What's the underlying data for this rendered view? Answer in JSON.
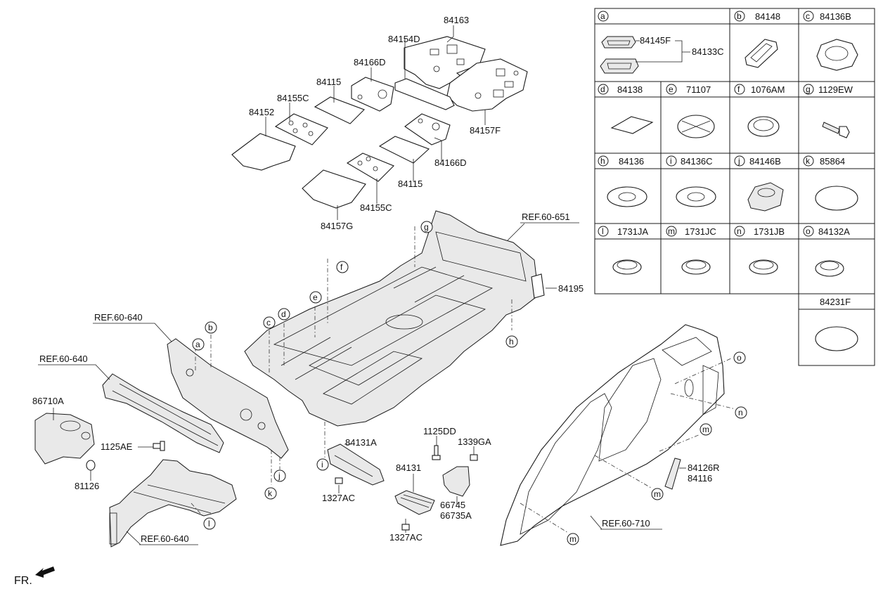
{
  "mat_labels": {
    "m84163": "84163",
    "m84154D": "84154D",
    "m84166D_top": "84166D",
    "m84115_top": "84115",
    "m84155C_top": "84155C",
    "m84152": "84152",
    "m84157F": "84157F",
    "m84166D_bot": "84166D",
    "m84115_bot": "84115",
    "m84155C_bot": "84155C",
    "m84157G": "84157G"
  },
  "main_labels": {
    "ref_651": "REF.60-651",
    "ref_640_a": "REF.60-640",
    "ref_640_b": "REF.60-640",
    "ref_640_c": "REF.60-640",
    "ref_710": "REF.60-710",
    "p84195": "84195",
    "p86710A": "86710A",
    "p1125AE": "1125AE",
    "p81126": "81126",
    "p84131A": "84131A",
    "p1327AC_a": "1327AC",
    "p1125DD": "1125DD",
    "p1339GA": "1339GA",
    "p84131": "84131",
    "p1327AC_b": "1327AC",
    "p66745": "66745",
    "p66735A": "66735A",
    "p84126R": "84126R",
    "p84116": "84116",
    "fr": "FR."
  },
  "callouts": {
    "g": "g",
    "f": "f",
    "e": "e",
    "d": "d",
    "c": "c",
    "b": "b",
    "a": "a",
    "h": "h",
    "i": "i",
    "j": "j",
    "k": "k",
    "l": "l",
    "o": "o",
    "n": "n",
    "m1": "m",
    "m2": "m",
    "m3": "m"
  },
  "table": {
    "a": {
      "letter": "a",
      "code": "",
      "sub1": "84145F",
      "sub2": "84133C"
    },
    "b": {
      "letter": "b",
      "code": "84148"
    },
    "c": {
      "letter": "c",
      "code": "84136B"
    },
    "d": {
      "letter": "d",
      "code": "84138"
    },
    "e": {
      "letter": "e",
      "code": "71107"
    },
    "f": {
      "letter": "f",
      "code": "1076AM"
    },
    "g": {
      "letter": "g",
      "code": "1129EW"
    },
    "h": {
      "letter": "h",
      "code": "84136"
    },
    "i": {
      "letter": "i",
      "code": "84136C"
    },
    "j": {
      "letter": "j",
      "code": "84146B"
    },
    "k": {
      "letter": "k",
      "code": "85864"
    },
    "l": {
      "letter": "l",
      "code": "1731JA"
    },
    "m": {
      "letter": "m",
      "code": "1731JC"
    },
    "n": {
      "letter": "n",
      "code": "1731JB"
    },
    "o": {
      "letter": "o",
      "code": "84132A"
    },
    "extra": {
      "code": "84231F"
    }
  }
}
